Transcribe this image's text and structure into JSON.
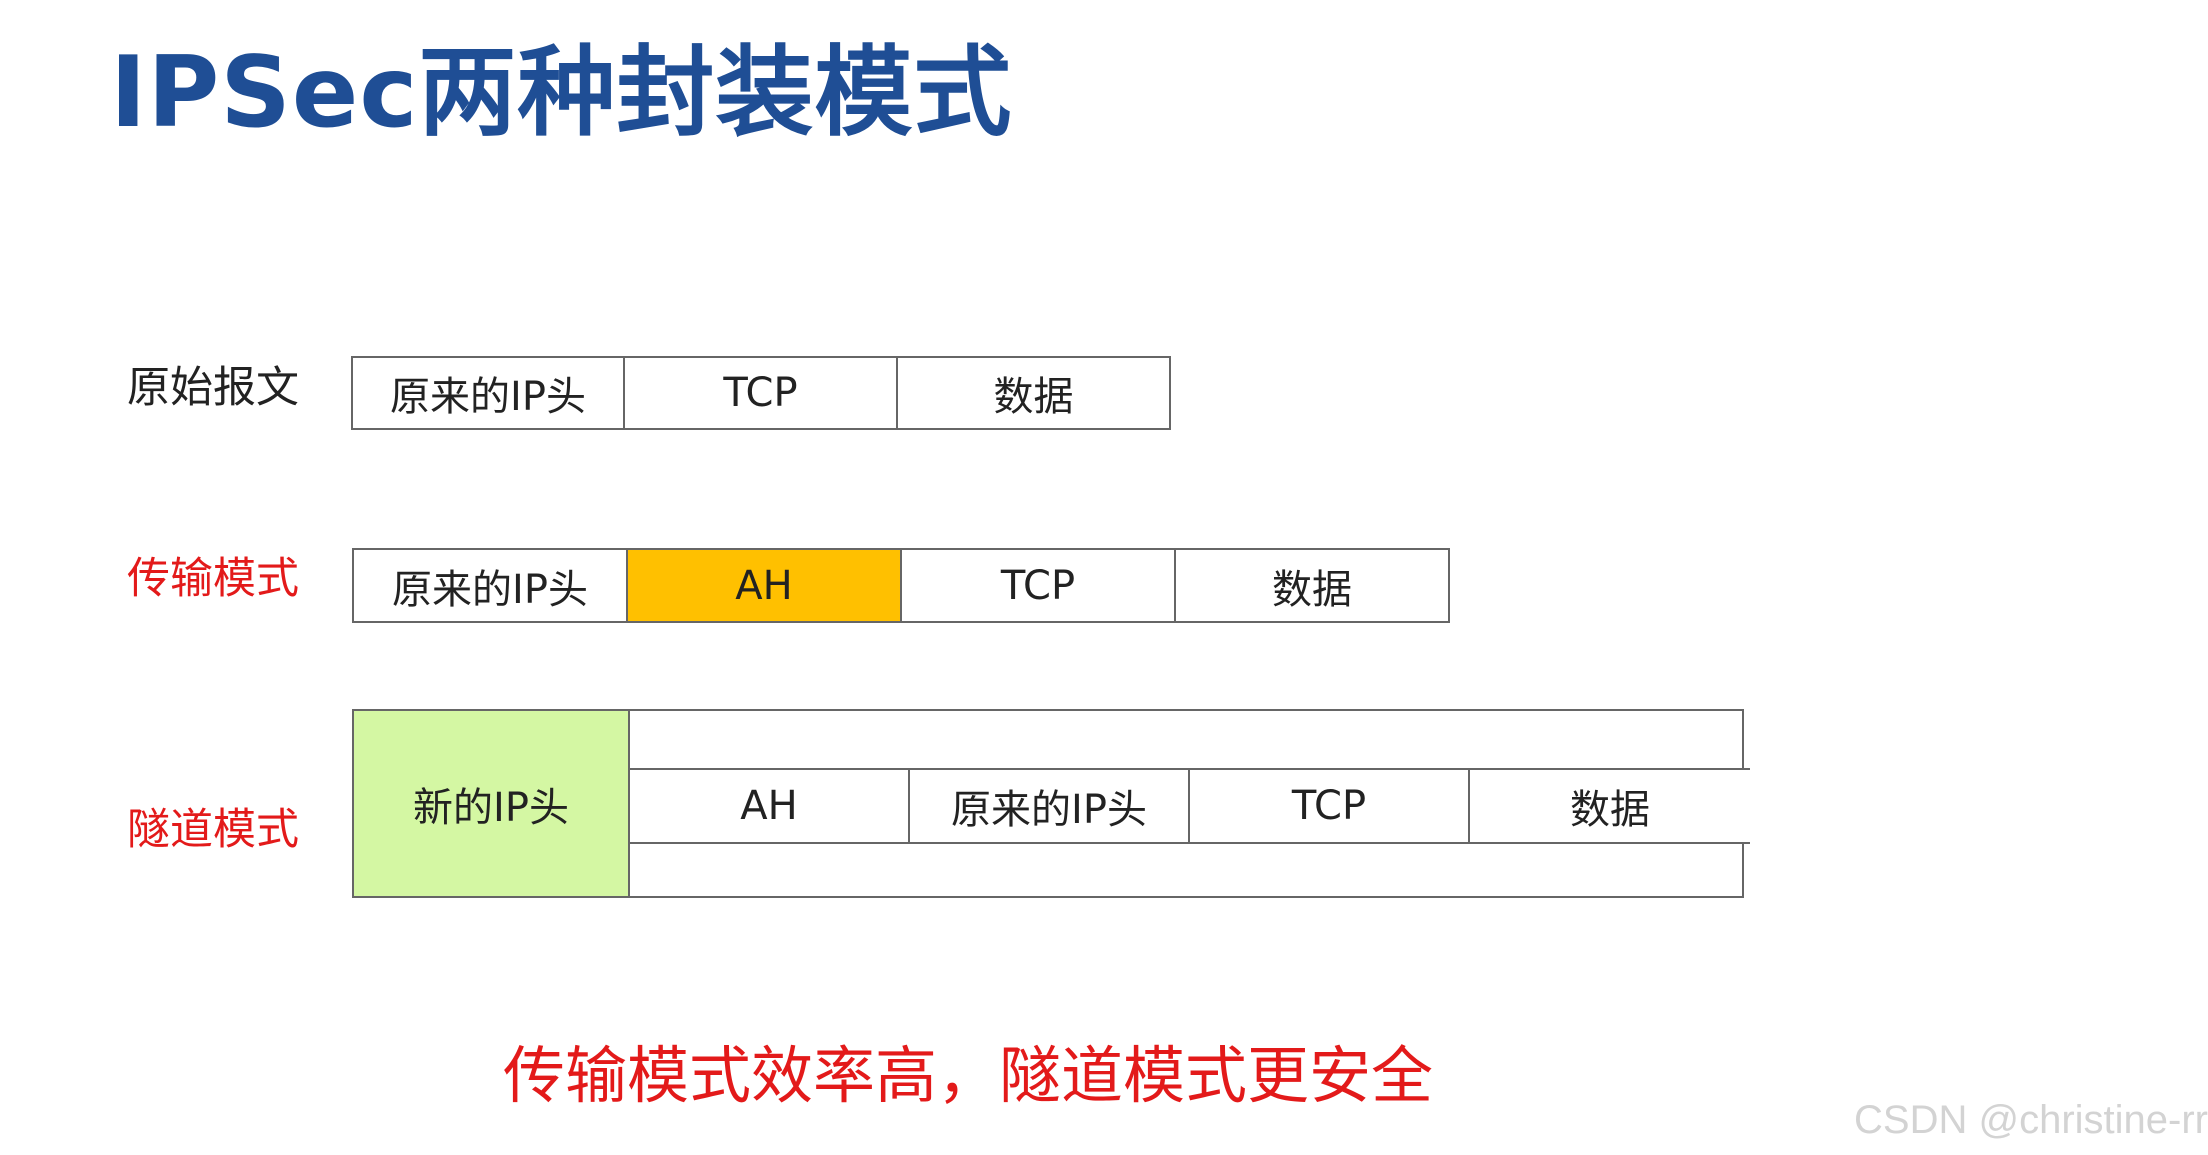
{
  "title": "IPSec两种封装模式",
  "rows": {
    "original": {
      "label": "原始报文",
      "cells": [
        "原来的IP头",
        "TCP",
        "数据"
      ]
    },
    "transport": {
      "label": "传输模式",
      "cells": [
        "原来的IP头",
        "AH",
        "TCP",
        "数据"
      ]
    },
    "tunnel": {
      "label": "隧道模式",
      "new_header": "新的IP头",
      "cells": [
        "AH",
        "原来的IP头",
        "TCP",
        "数据"
      ]
    }
  },
  "conclusion": "传输模式效率高，隧道模式更安全",
  "watermark": "CSDN @christine-rr",
  "colors": {
    "title": "#1f4e95",
    "mode_label": "#e31a1a",
    "ah_highlight": "#ffc000",
    "new_ip_header": "#d4f7a3"
  }
}
